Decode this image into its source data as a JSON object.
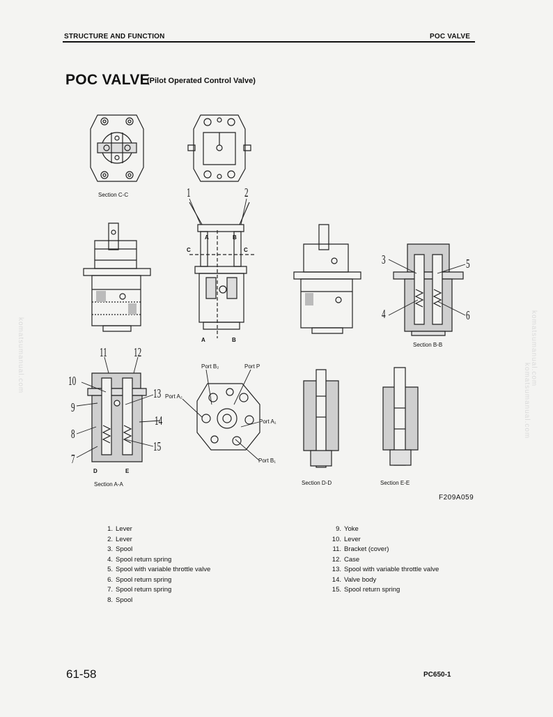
{
  "header": {
    "left": "STRUCTURE AND FUNCTION",
    "right": "POC VALVE"
  },
  "title": {
    "main": "POC VALVE",
    "sub": "(Pilot Operated Control Valve)"
  },
  "figure": {
    "captions": {
      "cc": "Section C-C",
      "bb": "Section B-B",
      "aa": "Section A-A",
      "dd": "Section D-D",
      "ee": "Section E-E"
    },
    "callouts": [
      "1",
      "2",
      "3",
      "4",
      "5",
      "6",
      "7",
      "8",
      "9",
      "10",
      "11",
      "12",
      "13",
      "14",
      "15"
    ],
    "section_marks": {
      "a": "A",
      "b": "B",
      "c": "C",
      "d": "D",
      "e": "E"
    },
    "ports": {
      "b2": "Port B₂",
      "p": "Port P",
      "a2": "Port A₂",
      "a1": "Port A₁",
      "b1": "Port B₁"
    },
    "code": "F209A059"
  },
  "parts": {
    "left": [
      {
        "no": "1.",
        "name": "Lever"
      },
      {
        "no": "2.",
        "name": "Lever"
      },
      {
        "no": "3.",
        "name": "Spool"
      },
      {
        "no": "4.",
        "name": "Spool return spring"
      },
      {
        "no": "5.",
        "name": "Spool with variable throttle valve"
      },
      {
        "no": "6.",
        "name": "Spool return spring"
      },
      {
        "no": "7.",
        "name": "Spool return spring"
      },
      {
        "no": "8.",
        "name": "Spool"
      }
    ],
    "right": [
      {
        "no": "9.",
        "name": "Yoke"
      },
      {
        "no": "10.",
        "name": "Lever"
      },
      {
        "no": "11.",
        "name": "Bracket (cover)"
      },
      {
        "no": "12.",
        "name": "Case"
      },
      {
        "no": "13.",
        "name": "Spool with variable throttle valve"
      },
      {
        "no": "14.",
        "name": "Valve body"
      },
      {
        "no": "15.",
        "name": "Spool return spring"
      }
    ]
  },
  "footer": {
    "page": "61-58",
    "model": "PC650-1"
  },
  "watermark": "komatsumanual.com"
}
